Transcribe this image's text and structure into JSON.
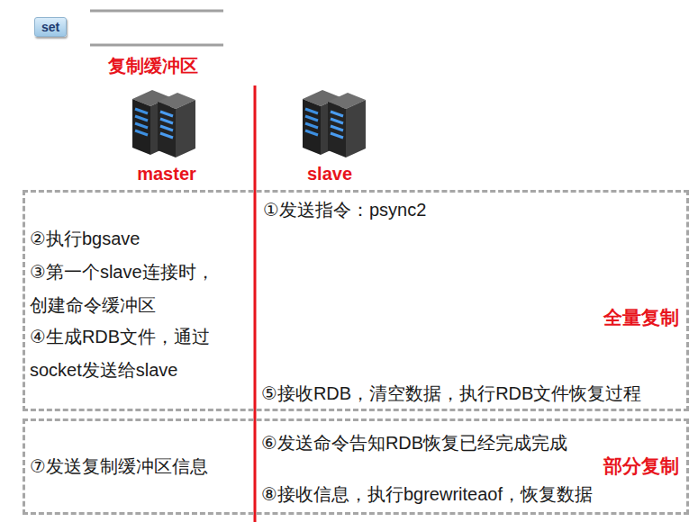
{
  "diagram": {
    "nodes": [
      {
        "text": [
          "set"
        ]
      },
      {
        "text": [
          "①发送指令：psync2",
          "②执行bgsave",
          "③第一个slave连接时， 创建命令缓冲区",
          "④生成RDB文件，通过 socket发送给slave",
          "全量复制",
          "⑤接收RDB，清空数据，执行RDB文件恢复过程"
        ]
      },
      {
        "text": [
          "⑥发送命令告知RDB恢复已经完成完成",
          "⑦发送复制缓冲区信息",
          "部分复制",
          "⑧接收信息，执行bgrewriteaof，恢复数据"
        ]
      }
    ],
    "labels": [
      "复制缓冲区",
      "master",
      "slave"
    ]
  }
}
